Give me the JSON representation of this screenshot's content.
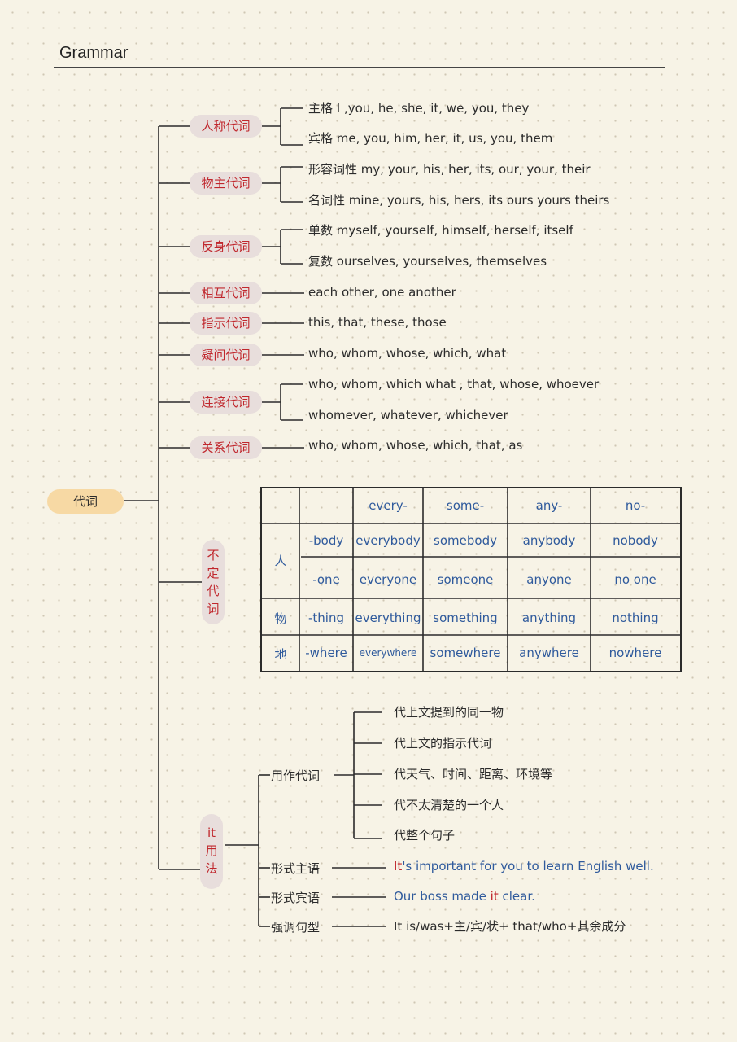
{
  "title": "Grammar",
  "root": "代词",
  "branches": [
    {
      "label": "人称代词",
      "items": [
        {
          "tag": "主格",
          "text": "I ,you, he, she, it, we, you, they"
        },
        {
          "tag": "宾格",
          "text": "me, you, him, her, it, us, you, them"
        }
      ]
    },
    {
      "label": "物主代词",
      "items": [
        {
          "tag": "形容词性",
          "text": "my, your, his, her, its, our, your, their"
        },
        {
          "tag": "名词性",
          "text": "mine, yours, his, hers, its  ours  yours  theirs"
        }
      ]
    },
    {
      "label": "反身代词",
      "items": [
        {
          "tag": "单数",
          "text": "myself, yourself, himself, herself, itself"
        },
        {
          "tag": "复数",
          "text": "ourselves, yourselves, themselves"
        }
      ]
    },
    {
      "label": "相互代词",
      "items": [
        {
          "tag": "",
          "text": "each other, one another"
        }
      ]
    },
    {
      "label": "指示代词",
      "items": [
        {
          "tag": "",
          "text": "this, that, these, those"
        }
      ]
    },
    {
      "label": "疑问代词",
      "items": [
        {
          "tag": "",
          "text": "who, whom, whose, which, what"
        }
      ]
    },
    {
      "label": "连接代词",
      "items": [
        {
          "tag": "",
          "text": "who, whom, which  what , that, whose, whoever"
        },
        {
          "tag": "",
          "text": "whomever, whatever, whichever"
        }
      ]
    },
    {
      "label": "关系代词",
      "items": [
        {
          "tag": "",
          "text": "who, whom, whose, which, that, as"
        }
      ]
    }
  ],
  "indefinite": {
    "label": [
      "不",
      "定",
      "代",
      "词"
    ],
    "columns": [
      "every-",
      "some-",
      "any-",
      "no-"
    ],
    "rows": [
      {
        "group": "人",
        "suffix": "-body",
        "cells": [
          "everybody",
          "somebody",
          "anybody",
          "nobody"
        ]
      },
      {
        "group": "",
        "suffix": "-one",
        "cells": [
          "everyone",
          "someone",
          "anyone",
          "no one"
        ]
      },
      {
        "group": "物",
        "suffix": "-thing",
        "cells": [
          "everything",
          "something",
          "anything",
          "nothing"
        ]
      },
      {
        "group": "地",
        "suffix": "-where",
        "cells": [
          "everywhere",
          "somewhere",
          "anywhere",
          "nowhere"
        ]
      }
    ]
  },
  "it_usage": {
    "label": [
      "it",
      "用",
      "法"
    ],
    "pronoun": {
      "label": "用作代词",
      "items": [
        "代上文提到的同一物",
        "代上文的指示代词",
        "代天气、时间、距离、环境等",
        "代不太清楚的一个人",
        "代整个句子"
      ]
    },
    "formal_subject": {
      "label": "形式主语",
      "it": "It",
      "rest": "'s important for you to learn English well."
    },
    "formal_object": {
      "label": "形式宾语",
      "before": "Our boss made ",
      "it": "it",
      "after": " clear."
    },
    "emphasis": {
      "label": "强调句型",
      "text": "It is/was+主/宾/状+ that/who+其余成分"
    }
  }
}
